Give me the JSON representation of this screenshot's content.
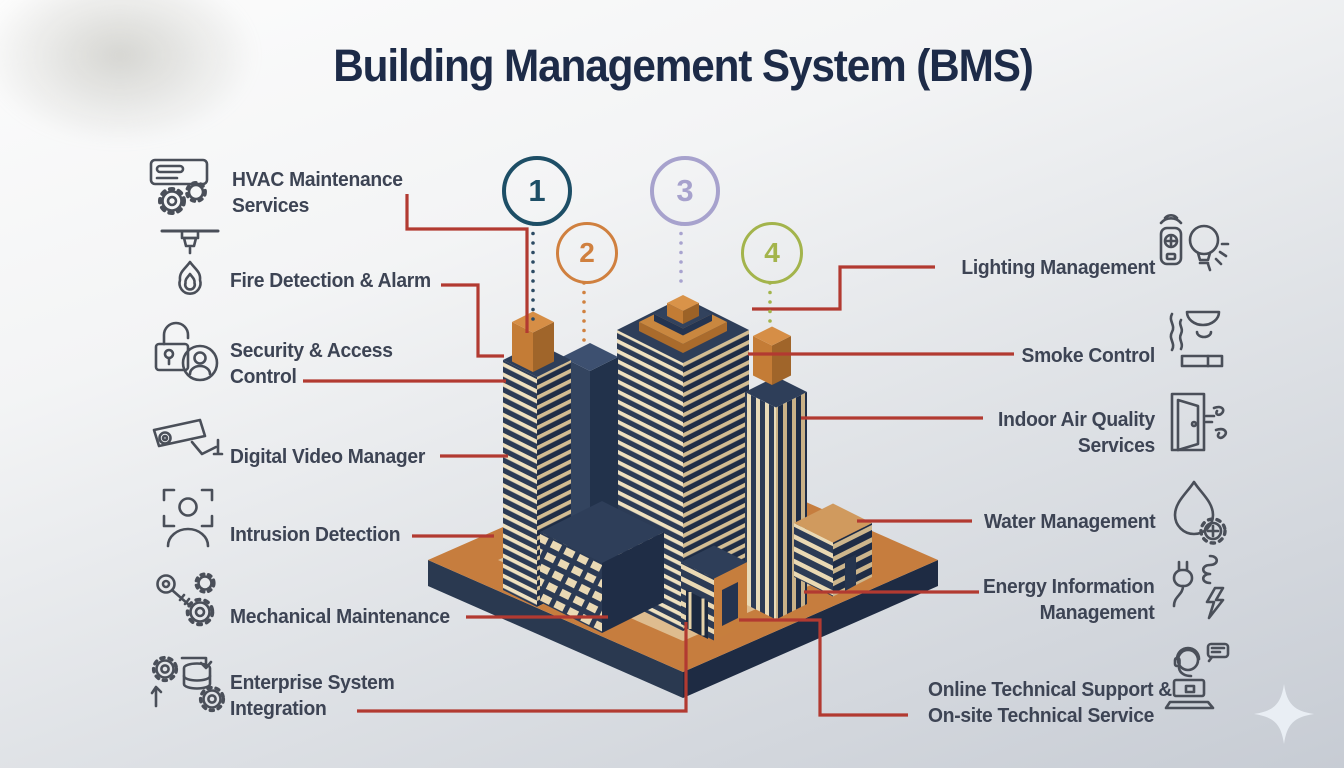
{
  "title": "Building Management System (BMS)",
  "left_items": [
    {
      "icon": "hvac-gears-icon",
      "lines": [
        "HVAC Maintenance",
        "Services"
      ]
    },
    {
      "icon": "fire-sprinkler-icon",
      "lines": [
        "Fire Detection & Alarm"
      ]
    },
    {
      "icon": "lock-user-icon",
      "lines": [
        "Security & Access",
        "Control"
      ]
    },
    {
      "icon": "cctv-camera-icon",
      "lines": [
        "Digital Video Manager"
      ]
    },
    {
      "icon": "face-scan-icon",
      "lines": [
        "Intrusion Detection"
      ]
    },
    {
      "icon": "key-gears-icon",
      "lines": [
        "Mechanical Maintenance"
      ]
    },
    {
      "icon": "gears-sync-icon",
      "lines": [
        "Enterprise System",
        "Integration"
      ]
    }
  ],
  "right_items": [
    {
      "icon": "remote-bulb-icon",
      "lines": [
        "Lighting Management"
      ]
    },
    {
      "icon": "smoke-detector-icon",
      "lines": [
        "Smoke Control"
      ]
    },
    {
      "icon": "door-airflow-icon",
      "lines": [
        "Indoor Air Quality",
        "Services"
      ]
    },
    {
      "icon": "water-drop-valve-icon",
      "lines": [
        "Water Management"
      ]
    },
    {
      "icon": "plug-energy-icon",
      "lines": [
        "Energy Information",
        "Management"
      ]
    },
    {
      "icon": "support-agent-icon",
      "lines": [
        "Online Technical Support &",
        "On-site Technical Service"
      ]
    }
  ],
  "steps": [
    {
      "number": "1",
      "color": "#1d4e66"
    },
    {
      "number": "2",
      "color": "#d0803f"
    },
    {
      "number": "3",
      "color": "#a7a2cd"
    },
    {
      "number": "4",
      "color": "#a3b44c"
    }
  ],
  "colors": {
    "connector_red": "#b23a31",
    "title_navy": "#1d2b48",
    "label_slate": "#3d4454",
    "building_navy": "#2c3b55",
    "window_cream": "#efe1c0",
    "accent_orange": "#c9873f",
    "platform_orange": "#c67d3e",
    "platform_tan": "#debc8f",
    "background_top": "#fcfcfc",
    "background_bottom": "#c7ccd4"
  }
}
